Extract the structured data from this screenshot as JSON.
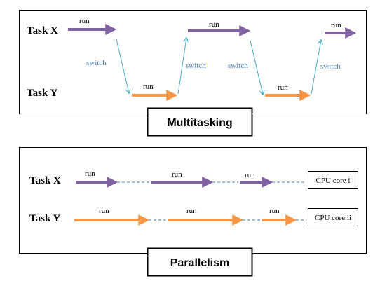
{
  "colors": {
    "task_x": "#8064a2",
    "task_y": "#f79646",
    "switch": "#4bacc6",
    "switch_text": "#4f81bd",
    "dashed": "#4f81bd",
    "border": "#000000"
  },
  "multitasking": {
    "task_x_label": "Task X",
    "task_y_label": "Task Y",
    "run_label": "run",
    "switch_label": "switch",
    "caption": "Multitasking"
  },
  "parallelism": {
    "task_x_label": "Task X",
    "task_y_label": "Task Y",
    "run_label": "run",
    "core_i_label": "CPU core i",
    "core_ii_label": "CPU core ii",
    "caption": "Parallelism"
  }
}
